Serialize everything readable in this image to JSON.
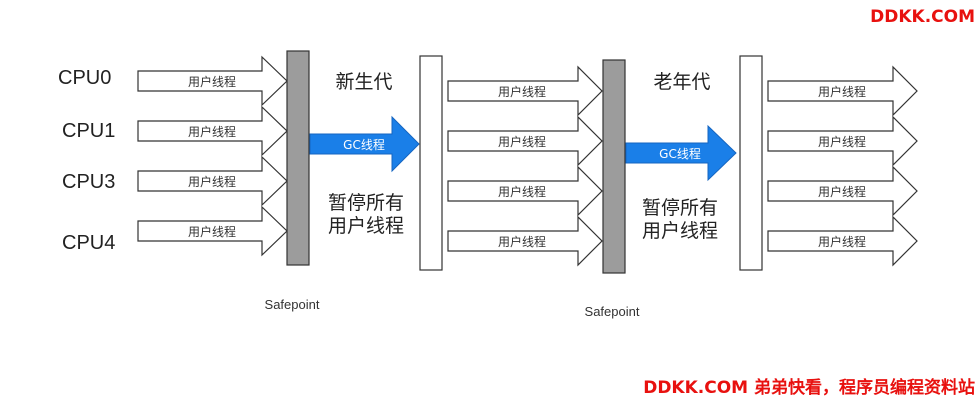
{
  "watermark_top": "DDKK.COM",
  "watermark_bottom": "DDKK.COM 弟弟快看，程序员编程资料站",
  "cpus": [
    "CPU0",
    "CPU1",
    "CPU3",
    "CPU4"
  ],
  "thread_label": "用户线程",
  "gc_arrow_label": "GC线程",
  "young_gen_label": "新生代",
  "old_gen_label": "老年代",
  "pause_text_line1": "暂停所有",
  "pause_text_line2": "用户线程",
  "safepoint_label": "Safepoint",
  "colors": {
    "safepoint_bar": "#9c9c9c",
    "gc_arrow": "#1a7fe8",
    "outline": "#333333",
    "watermark": "#e8110f"
  }
}
